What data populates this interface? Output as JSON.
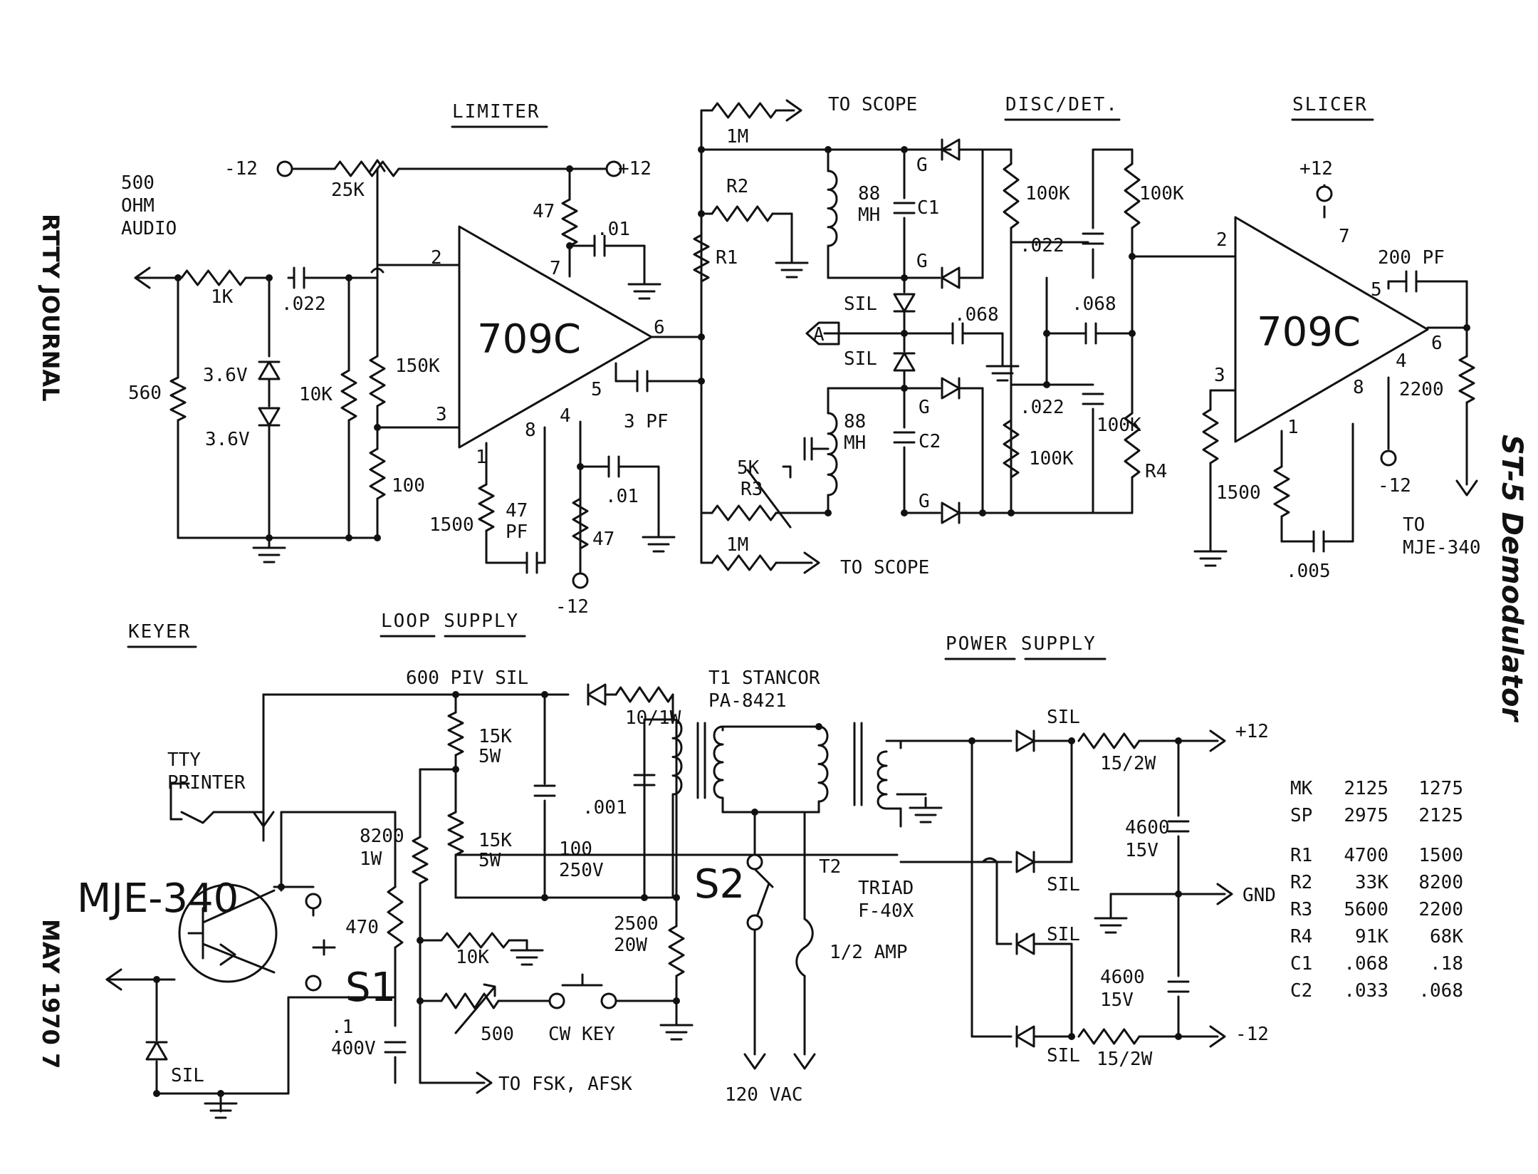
{
  "side": {
    "journal": "RTTY JOURNAL",
    "date_page": "MAY 1970 7",
    "title": "ST-5 Demodulator"
  },
  "sections": {
    "limiter": "LIMITER",
    "disc_det": "DISC/DET.",
    "slicer": "SLICER",
    "keyer": "KEYER",
    "loop_supply": "LOOP SUPPLY",
    "power_supply": "POWER SUPPLY"
  },
  "labels": {
    "audio_in": [
      "500",
      "OHM",
      "AUDIO"
    ],
    "neg12_pot": "-12",
    "pos12_lim": "+12",
    "pot25k": "25K",
    "r1k": "1K",
    "c022a": ".022",
    "r560": "560",
    "z1": "3.6V",
    "z2": "3.6V",
    "r10k": "10K",
    "r150k": "150K",
    "r100": "100",
    "r47a": "47",
    "c01a": ".01",
    "op1": "709C",
    "op1_p2": "2",
    "op1_p3": "3",
    "op1_p7": "7",
    "op1_p6": "6",
    "op1_p5": "5",
    "op1_p4": "4",
    "op1_p8": "8",
    "op1_p1": "1",
    "c3pf": "3 PF",
    "r1500a": "1500",
    "c47pf": [
      "47",
      "PF"
    ],
    "c01b": ".01",
    "r47b": "47",
    "neg12_lim": "-12",
    "to_scope_top": "TO SCOPE",
    "r1m_top": "1M",
    "r2": "R2",
    "r1": "R1",
    "l88a": [
      "88",
      "MH"
    ],
    "c1": "C1",
    "g1": "G",
    "g2": "G",
    "g3": "G",
    "g4": "G",
    "sil_a": "SIL",
    "sil_b": "SIL",
    "point_a": "A",
    "c068a": ".068",
    "c068b": ".068",
    "l88b": [
      "88",
      "MH"
    ],
    "c2": "C2",
    "pot5k": "5K",
    "r3": "R3",
    "r1m_bot": "1M",
    "to_scope_bot": "TO SCOPE",
    "r100k_a": "100K",
    "r100k_b": "100K",
    "c022b": ".022",
    "c022c": ".022",
    "r100k_c": "100K",
    "r100k_d": "100K",
    "r4": "R4",
    "op2": "709C",
    "op2_p2": "2",
    "op2_p3": "3",
    "op2_p7": "7",
    "op2_p5": "5",
    "op2_p6": "6",
    "op2_p4": "4",
    "op2_p8": "8",
    "op2_p1": "1",
    "pos12_sl": "+12",
    "c200pf": "200 PF",
    "r2200": "2200",
    "neg12_sl": "-12",
    "to_mje": [
      "TO",
      "MJE-340"
    ],
    "r1500b": "1500",
    "c005": ".005",
    "tty": [
      "TTY",
      "PRINTER"
    ],
    "mje": "MJE-340",
    "r470": "470",
    "s1": "S1",
    "c1_400": [
      ".1",
      "400V"
    ],
    "sil_k": "SIL",
    "piv": "600 PIV SIL",
    "r10_1w": "10/1W",
    "t1": [
      "T1 STANCOR",
      "PA-8421"
    ],
    "r15k_a": [
      "15K",
      "5W"
    ],
    "r15k_b": [
      "15K",
      "5W"
    ],
    "c100": [
      "100",
      "250V"
    ],
    "c001": ".001",
    "r8200": [
      "8200",
      "1W"
    ],
    "r10k_k": "10K",
    "r2500": [
      "2500",
      "20W"
    ],
    "pot500": "500",
    "cw_key": "CW KEY",
    "to_fsk": "TO FSK, AFSK",
    "s2": "S2",
    "t2": "T2",
    "triad": [
      "TRIAD",
      "F-40X"
    ],
    "fuse": "1/2 AMP",
    "vac": "120 VAC",
    "ps_sil1": "SIL",
    "ps_sil2": "SIL",
    "ps_sil3": "SIL",
    "ps_sil4": "SIL",
    "r15_a": "15/2W",
    "r15_b": "15/2W",
    "c4600_a": [
      "4600",
      "15V"
    ],
    "c4600_b": [
      "4600",
      "15V"
    ],
    "pos12_ps": "+12",
    "gnd": "GND",
    "neg12_ps": "-12"
  },
  "values_table": {
    "rows": [
      {
        "label": "MK",
        "a": "2125",
        "b": "1275"
      },
      {
        "label": "SP",
        "a": "2975",
        "b": "2125"
      },
      {
        "label": "R1",
        "a": "4700",
        "b": "1500"
      },
      {
        "label": "R2",
        "a": "33K",
        "b": "8200"
      },
      {
        "label": "R3",
        "a": "5600",
        "b": "2200"
      },
      {
        "label": "R4",
        "a": "91K",
        "b": "68K"
      },
      {
        "label": "C1",
        "a": ".068",
        "b": ".18"
      },
      {
        "label": "C2",
        "a": ".033",
        "b": ".068"
      }
    ]
  }
}
